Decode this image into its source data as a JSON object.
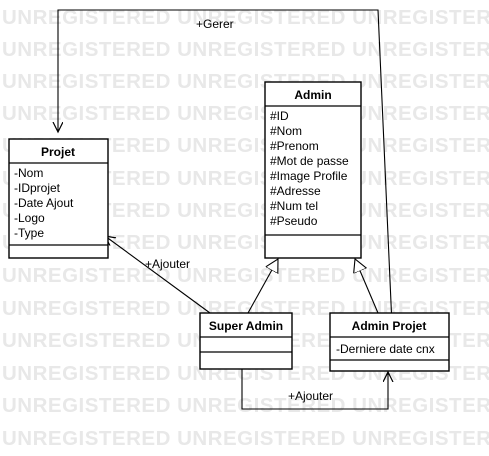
{
  "watermark": "UNREGISTERED",
  "classes": {
    "projet": {
      "name": "Projet",
      "attributes": [
        "-Nom",
        "-IDprojet",
        "-Date Ajout",
        "-Logo",
        "-Type"
      ]
    },
    "admin": {
      "name": "Admin",
      "attributes": [
        "#ID",
        "#Nom",
        "#Prenom",
        "#Mot de passe",
        "#Image Profile",
        "#Adresse",
        "#Num tel",
        "#Pseudo"
      ]
    },
    "super_admin": {
      "name": "Super Admin",
      "attributes": []
    },
    "admin_projet": {
      "name": "Admin Projet",
      "attributes": [
        "-Derniere date cnx"
      ]
    }
  },
  "relations": {
    "gerer": "+Gerer",
    "ajouter_projet": "+Ajouter",
    "ajouter_admin": "+Ajouter"
  }
}
